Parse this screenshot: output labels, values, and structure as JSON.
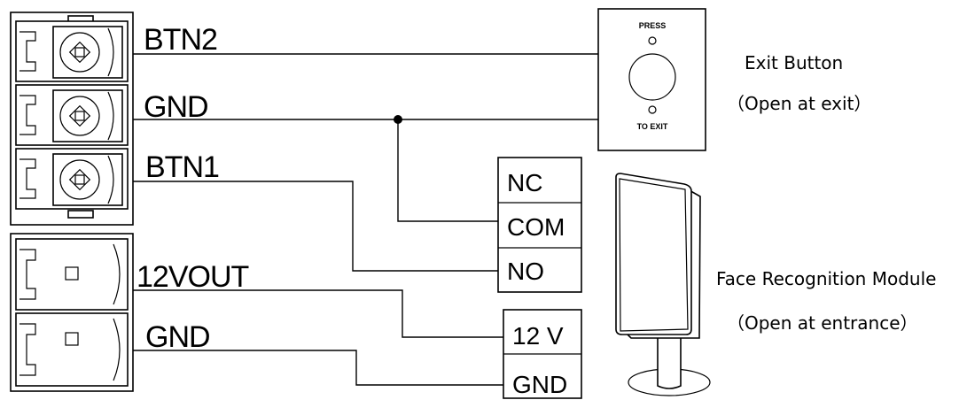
{
  "terminals_top": [
    "BTN2",
    "GND",
    "BTN1"
  ],
  "terminals_bottom": [
    "12VOUT",
    "GND"
  ],
  "relay_contacts": [
    "NC",
    "COM",
    "NO"
  ],
  "power_contacts": [
    "12 V",
    "GND"
  ],
  "exit_button": {
    "plate_top": "PRESS",
    "plate_bottom": "TO EXIT",
    "title": "Exit Button",
    "subtitle": "（Open at exit）"
  },
  "face_module": {
    "title": "Face Recognition Module",
    "subtitle": "（Open at entrance）"
  }
}
